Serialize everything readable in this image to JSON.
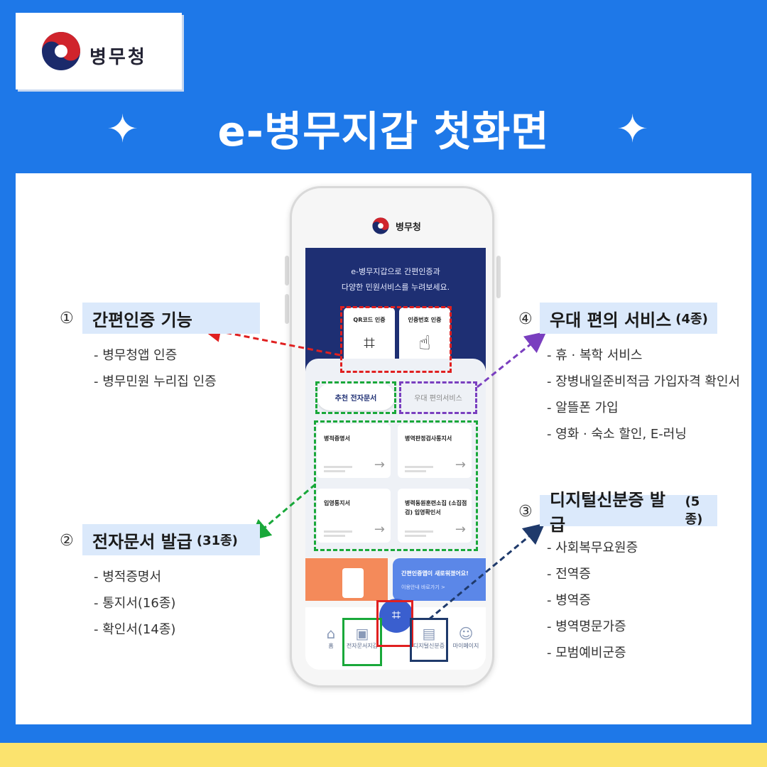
{
  "header": {
    "logo_text": "병무청",
    "title": "e-병무지갑 첫화면",
    "sparkle": "✦"
  },
  "phone": {
    "logo_text": "병무청",
    "hero_line1": "e-병무지갑으로 간편인증과",
    "hero_line2": "다양한 민원서비스를 누려보세요.",
    "auth_cards": [
      {
        "label": "QR코드 인증"
      },
      {
        "label": "인증번호 인증"
      }
    ],
    "tabs": {
      "recommended": "추천 전자문서",
      "benefits": "우대 편의서비스"
    },
    "documents": [
      {
        "title": "병적증명서"
      },
      {
        "title": "병역판정검사통지서"
      },
      {
        "title": "입영통지서"
      },
      {
        "title": "병력동원훈련소집 (소집점검) 입영확인서"
      }
    ],
    "banner": {
      "headline": "간편인증앱이 새로워졌어요!",
      "sub": "이용안내 바로가기 >"
    },
    "nav": [
      {
        "label": "홈",
        "icon": "home-icon"
      },
      {
        "label": "전자문서지갑",
        "icon": "wallet-icon"
      },
      {
        "label": "디지털신분증",
        "icon": "id-card-icon"
      },
      {
        "label": "마이페이지",
        "icon": "person-icon"
      }
    ]
  },
  "callouts": [
    {
      "num": "①",
      "title": "간편인증 기능",
      "count": "",
      "items": [
        "- 병무청앱 인증",
        "- 병무민원 누리집 인증"
      ]
    },
    {
      "num": "②",
      "title": "전자문서 발급",
      "count": "(31종)",
      "items": [
        "- 병적증명서",
        "- 통지서(16종)",
        "- 확인서(14종)"
      ]
    },
    {
      "num": "③",
      "title": "디지털신분증 발급",
      "count": "(5종)",
      "items": [
        "- 사회복무요원증",
        "- 전역증",
        "- 병역증",
        "- 병역명문가증",
        "- 모범예비군증"
      ]
    },
    {
      "num": "④",
      "title": "우대 편의 서비스",
      "count": "(4종)",
      "items": [
        "- 휴 · 복학 서비스",
        "- 장병내일준비적금 가입자격 확인서",
        "- 알뜰폰 가입",
        "- 영화 · 숙소 할인, E-러닝"
      ]
    }
  ],
  "colors": {
    "background": "#1e78e8",
    "callout_bg": "#dbe9fb",
    "highlight_red": "#e02020",
    "highlight_green": "#19a83a",
    "highlight_purple": "#7a3fbf",
    "highlight_navy": "#1f3a6b",
    "bottom_band": "#fbe36e"
  }
}
